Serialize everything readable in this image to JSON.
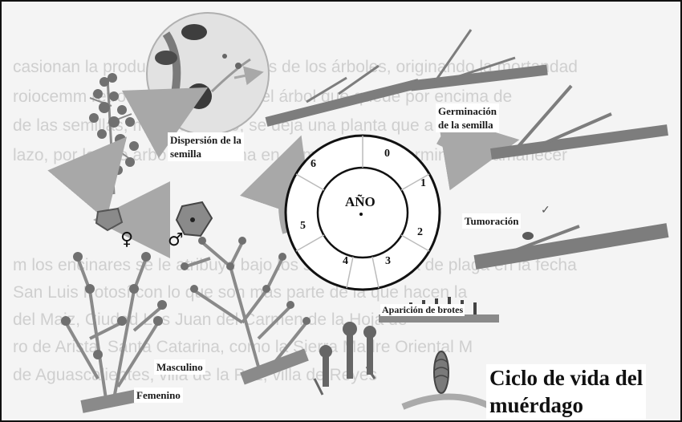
{
  "background_lines": [
    "casionan la producción de nóminas de los árboles, originando la mortandad",
    "roiocemm retrocen que la parte del árbol que quede por encima de",
    "de las semillas, mientras tanto, se deja una planta que a las s",
    "lazo, por lo que arbor de termina en el mientras por terminación amanecer",
    "m los encinares se le atribuye bajo los siguientes de la de plaga en la fecha",
    "San Luis Potosí con lo que son más parte de la que hacen la",
    "del Maiz, Ciudad Los Juan del Carmen de la Hoja de",
    "ro de Arista, Santa Catarina, como la Sierra Madre Oriental M",
    "de Aguascalientes, villa de la Paz, villa de Reyes"
  ],
  "labels": {
    "dispersion": [
      "Dispersión de la",
      "semilla"
    ],
    "germinacion": [
      "Germinación",
      "de la semilla"
    ],
    "tumoracion": "Tumoración",
    "brotes": "Aparición de brotes",
    "masculino": "Masculino",
    "femenino": "Femenino"
  },
  "clock": {
    "center": "AÑO",
    "numbers": [
      "0",
      "1",
      "2",
      "3",
      "4",
      "5",
      "6"
    ]
  },
  "symbols": {
    "female": "♀",
    "male": "♂"
  },
  "title_lines": [
    "Ciclo de vida del",
    "muérdago"
  ],
  "colors": {
    "arrow": "#a8a8a8",
    "ink": "#111111",
    "stem": "#8a8a8a",
    "berry": "#6f6f6f",
    "background_text": "#cfcfcf"
  }
}
